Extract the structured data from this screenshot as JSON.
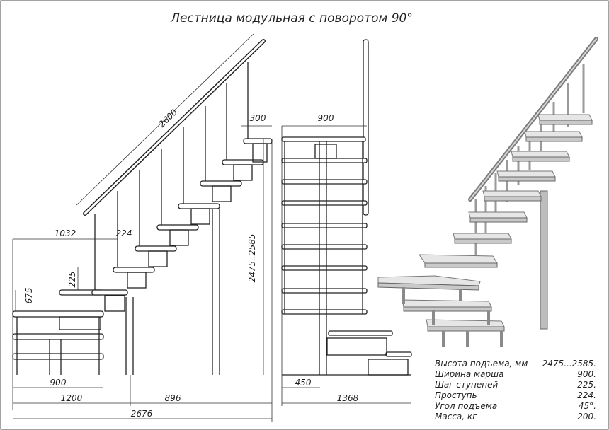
{
  "title": "Лестница модульная с поворотом 90°",
  "dimensions": {
    "handrail_length": "2600",
    "top_step_depth": "300",
    "width_front": "900",
    "height_range": "2475..2585",
    "offset_1032": "1032",
    "step_224": "224",
    "rise_225": "225",
    "landing_height": "675",
    "bottom_width": "900",
    "length_1200": "1200",
    "length_896": "896",
    "total_length": "2676",
    "front_offset": "450",
    "front_length": "1368"
  },
  "specs": [
    {
      "label": "Высота подъема, мм",
      "value": "2475...2585."
    },
    {
      "label": "Ширина марша",
      "value": "900."
    },
    {
      "label": "Шаг ступеней",
      "value": "225."
    },
    {
      "label": "Проступь",
      "value": "224."
    },
    {
      "label": "Угол подъема",
      "value": "45°."
    },
    {
      "label": "Масса, кг",
      "value": "200."
    }
  ]
}
